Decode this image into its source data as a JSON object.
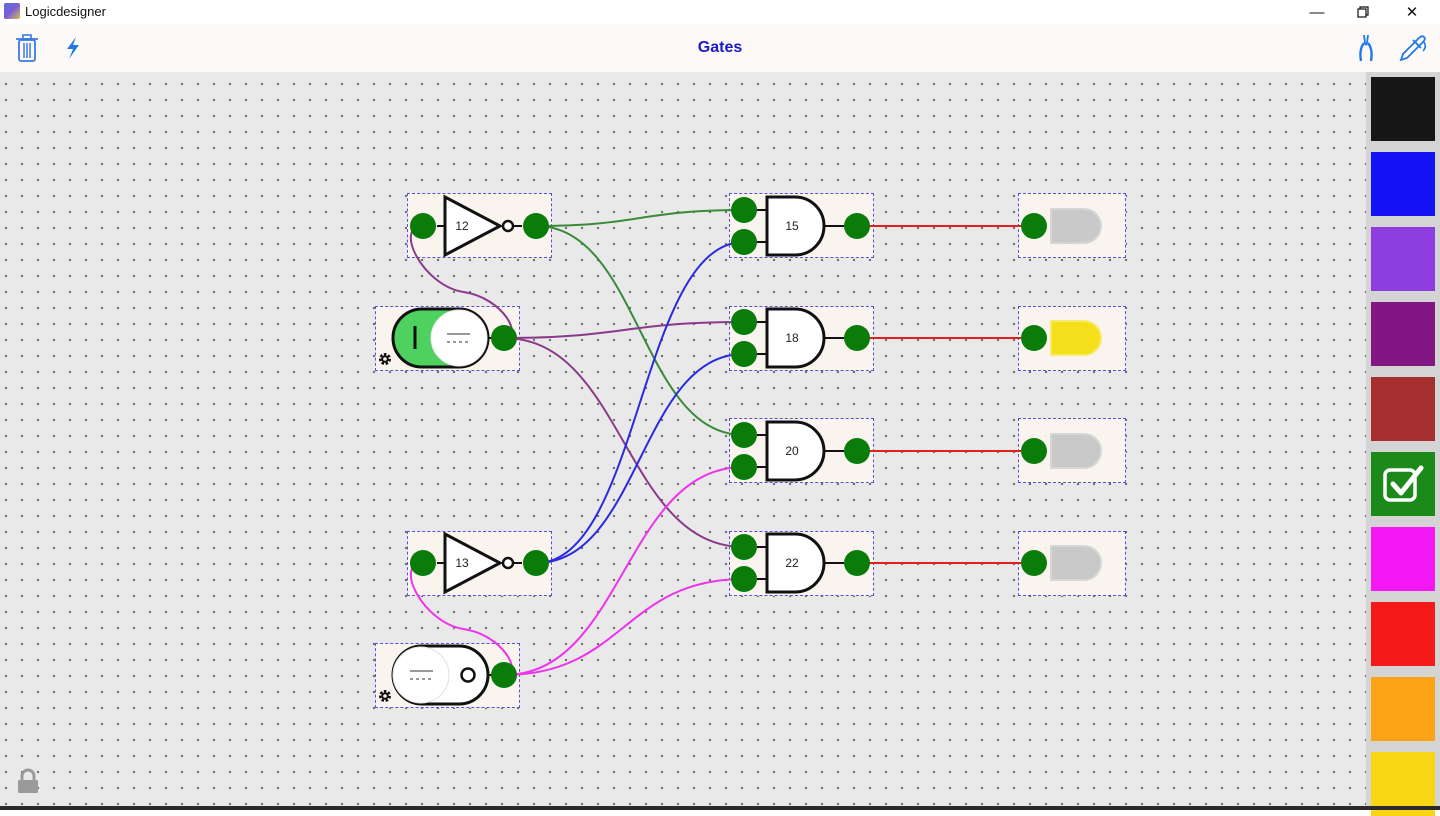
{
  "window": {
    "title": "Logicdesigner",
    "controls": {
      "minimize": "—",
      "restore": "❐",
      "close": "✕"
    }
  },
  "toolbar": {
    "title": "Gates",
    "left_icons": [
      "trash-icon",
      "lightning-icon"
    ],
    "right_icons": [
      "wire-cutter-icon",
      "color-picker-icon"
    ]
  },
  "canvas": {
    "inverters": [
      {
        "id": "12",
        "label": "12",
        "type": "NOT"
      },
      {
        "id": "13",
        "label": "13",
        "type": "NOT"
      }
    ],
    "switches": [
      {
        "id": "switch-1",
        "state": "on",
        "on_symbol": "I"
      },
      {
        "id": "switch-2",
        "state": "off",
        "off_symbol": "O"
      }
    ],
    "and_gates": [
      {
        "id": "15",
        "label": "15",
        "type": "AND"
      },
      {
        "id": "18",
        "label": "18",
        "type": "AND"
      },
      {
        "id": "20",
        "label": "20",
        "type": "AND"
      },
      {
        "id": "22",
        "label": "22",
        "type": "AND"
      }
    ],
    "leds": [
      {
        "id": "led-15",
        "state": "off"
      },
      {
        "id": "led-18",
        "state": "on"
      },
      {
        "id": "led-20",
        "state": "off"
      },
      {
        "id": "led-22",
        "state": "off"
      }
    ],
    "wires": [
      {
        "from": "12.out",
        "to": "15.in1",
        "color": "#3a8a3a"
      },
      {
        "from": "12.out",
        "to": "20.in1",
        "color": "#3a8a3a"
      },
      {
        "from": "switch-1.out",
        "to": "12.in",
        "color": "#8a3a8a"
      },
      {
        "from": "switch-1.out",
        "to": "18.in1",
        "color": "#8a3a8a"
      },
      {
        "from": "switch-1.out",
        "to": "22.in1",
        "color": "#8a3a8a"
      },
      {
        "from": "13.out",
        "to": "15.in2",
        "color": "#2a2ae0"
      },
      {
        "from": "13.out",
        "to": "18.in2",
        "color": "#2a2ae0"
      },
      {
        "from": "switch-2.out",
        "to": "13.in",
        "color": "#ee33ee"
      },
      {
        "from": "switch-2.out",
        "to": "20.in2",
        "color": "#ee33ee"
      },
      {
        "from": "switch-2.out",
        "to": "22.in2",
        "color": "#ee33ee"
      },
      {
        "from": "15.out",
        "to": "led-15",
        "color": "#e02020"
      },
      {
        "from": "18.out",
        "to": "led-18",
        "color": "#e02020"
      },
      {
        "from": "20.out",
        "to": "led-20",
        "color": "#e02020"
      },
      {
        "from": "22.out",
        "to": "led-22",
        "color": "#e02020"
      }
    ],
    "lock_icon": "lock-icon"
  },
  "palette": {
    "colors": [
      {
        "name": "black",
        "hex": "#171717",
        "selected": false
      },
      {
        "name": "blue",
        "hex": "#1212f5",
        "selected": false
      },
      {
        "name": "light-purple",
        "hex": "#8e3ee0",
        "selected": false
      },
      {
        "name": "purple",
        "hex": "#821682",
        "selected": false
      },
      {
        "name": "brown-red",
        "hex": "#a52f2f",
        "selected": false
      },
      {
        "name": "green",
        "hex": "#1b8a1b",
        "selected": true
      },
      {
        "name": "magenta",
        "hex": "#f418f4",
        "selected": false
      },
      {
        "name": "red",
        "hex": "#f51818",
        "selected": false
      },
      {
        "name": "orange",
        "hex": "#fba314",
        "selected": false
      },
      {
        "name": "yellow",
        "hex": "#fad514",
        "selected": false
      }
    ]
  }
}
